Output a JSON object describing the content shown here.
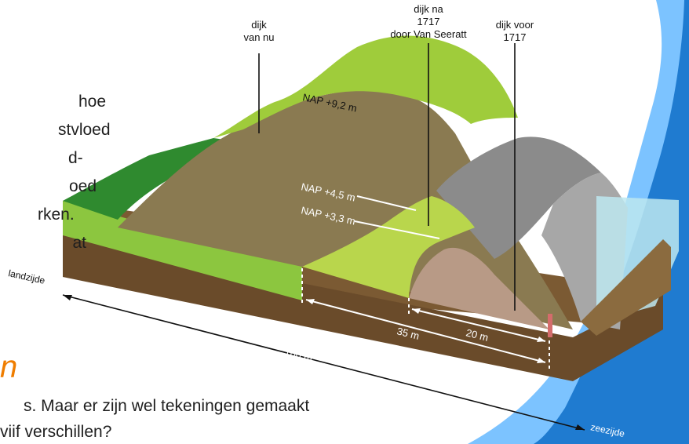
{
  "colors": {
    "grass": "#9fcc3b",
    "darkGrass": "#2f8a2f",
    "soil": "#7b5a33",
    "clay": "#b89a86",
    "water": "#bde8f0",
    "blue": "#1f7bd0",
    "lightBlue": "#7cc3ff",
    "stone": "#8b8b8b"
  },
  "labels": {
    "dike_today": "dijk\nvan nu",
    "dike_after": "dijk na\n1717\ndoor Van Seeratt",
    "dike_before": "dijk voor\n1717",
    "nap92": "NAP +9,2 m",
    "nap45": "NAP +4,5 m",
    "nap33": "NAP +3,3 m",
    "landzijde": "landzijde",
    "zeezijde": "zeezijde",
    "dim35": "35 m",
    "dim20": "20 m",
    "dim100": "100 m"
  },
  "leftText": {
    "l1": "hoe",
    "l2": "stvloed",
    "l3": "d-",
    "l4": "oed",
    "l5": "rken.",
    "l6": "at"
  },
  "bottomText": {
    "b1": "s. Maar er zijn wel tekeningen gemaakt",
    "b2": "viif verschillen?"
  },
  "orangeMark": "n"
}
